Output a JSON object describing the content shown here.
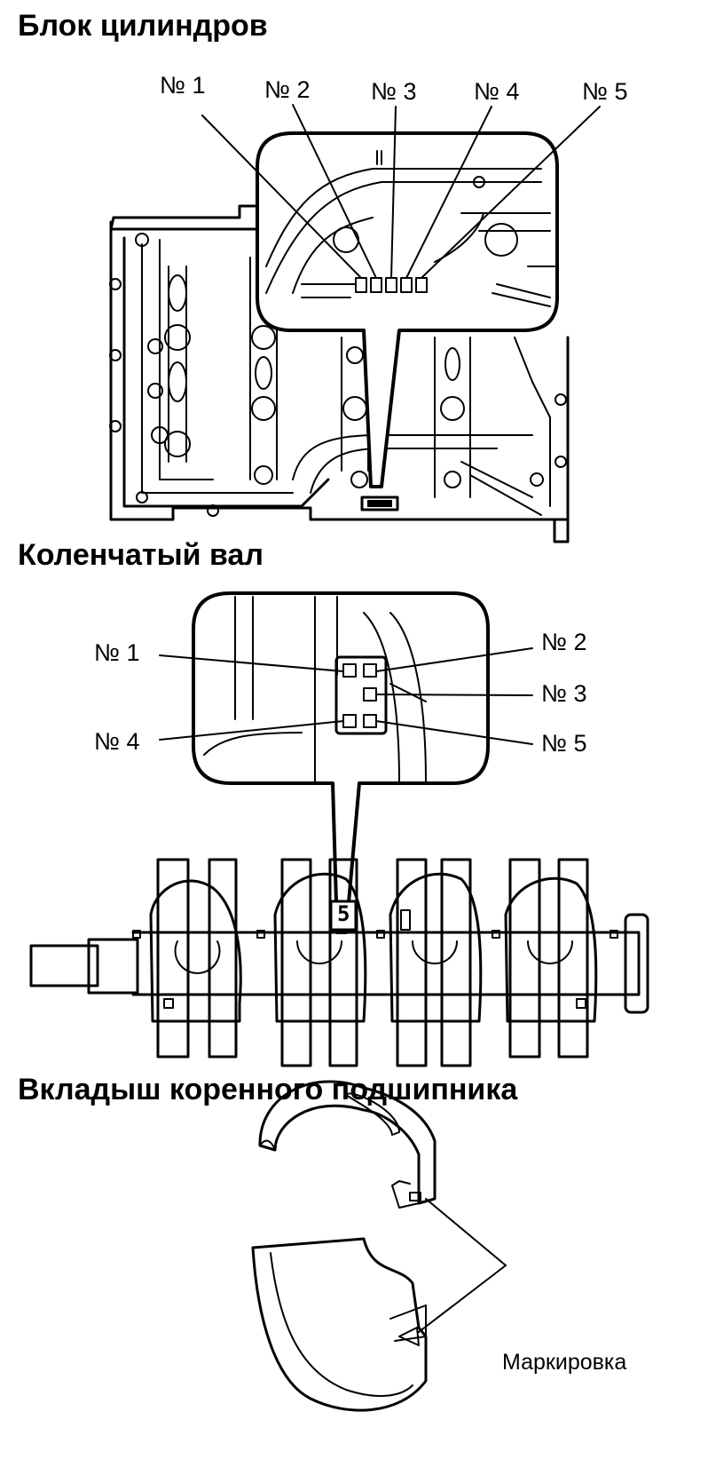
{
  "sections": {
    "block": {
      "title": "Блок цилиндров",
      "labels": [
        "№ 1",
        "№ 2",
        "№ 3",
        "№ 4",
        "№ 5"
      ]
    },
    "crankshaft": {
      "title": "Коленчатый вал",
      "labels": [
        "№ 1",
        "№ 2",
        "№ 3",
        "№ 4",
        "№ 5"
      ],
      "stamp_digit": "5"
    },
    "bearing": {
      "title": "Вкладыш коренного подшипника",
      "marking_label": "Маркировка"
    }
  }
}
